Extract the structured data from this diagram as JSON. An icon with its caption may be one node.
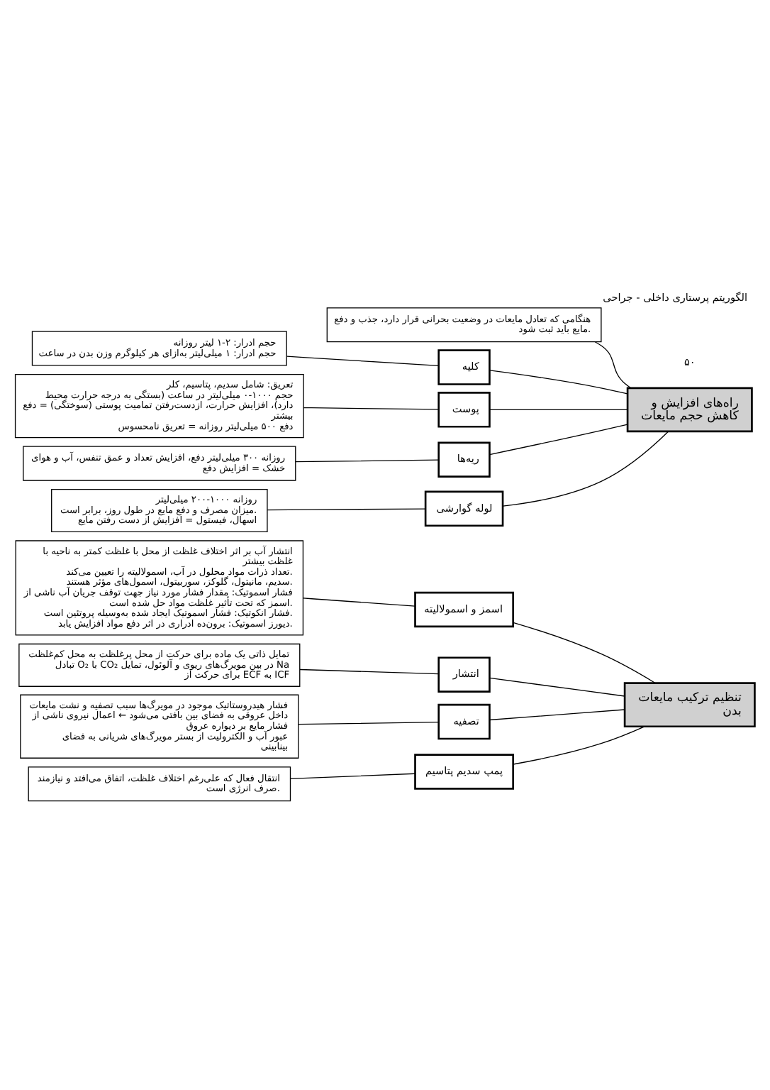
{
  "diagram": {
    "title": "الگوریتم پرستاری داخلی - جراحی",
    "nodes": [
      {
        "text": [
          "تنظیم ترکیب مایعات بدن"
        ]
      },
      {
        "text": [
          "اسمز و اسمولالیته"
        ]
      },
      {
        "text": [
          "انتشار آب بر اثر اختلاف غلظت از محل با غلظت کمتر به ناحیه با غلظت بیشتر",
          "تعداد ذرات مواد محلول در آب، اسمولالیته را تعیین می‌کند.",
          "سدیم، مانیتول، گلوکز، سوربیتول، اسمول‌های مؤثر هستند.",
          "فشار اسموتیک: مقدار فشار مورد نیاز جهت توقف جریان آب ناشی از اسمز که تحت تأثیر غلظت مواد حل شده است.",
          "فشار انکوتیک: فشار اسموتیک ایجاد شده به‌وسیله پروتئین است.",
          "دیورز اسموتیک: برون‌ده ادراری در اثر دفع مواد افزایش یابد."
        ]
      },
      {
        "text": [
          "انتشار"
        ]
      },
      {
        "text": [
          "تمایل ذاتی یک ماده برای حرکت از محل پرغلظت به محل کم‌غلظت",
          "تبادل O₂ با CO₂ در بین مویرگ‌های ریوی و آلوئول، تمایل Na برای حرکت از ECF به ICF"
        ]
      },
      {
        "text": [
          "تصفیه"
        ]
      },
      {
        "text": [
          "فشار هیدروستاتیک موجود در مویرگ‌ها سبب تصفیه و نشت مایعات داخل عروقی به فضای بین بافتی می‌شود ← اعمال نیروی ناشی از فشار مایع بر دیواره عروق",
          "عبور آب و الکترولیت از بستر مویرگ‌های شریانی به فضای بینابینی"
        ]
      },
      {
        "text": [
          "پمپ سدیم پتاسیم"
        ]
      },
      {
        "text": [
          "انتقال فعال که علی‌رغم اختلاف غلظت، اتفاق می‌افتد و نیازمند صرف انرژی است."
        ]
      },
      {
        "text": [
          "راه‌های افزایش و کاهش حجم مایعات"
        ]
      },
      {
        "text": [
          "هنگامی که تعادل مایعات در وضعیت بحرانی قرار دارد، جذب و دفع مایع باید ثبت شود."
        ]
      },
      {
        "text": [
          "کلیه"
        ]
      },
      {
        "text": [
          "حجم ادرار: ۲-۱ لیتر روزانه",
          "حجم ادرار: ۱ میلی‌لیتر به‌ازای هر کیلوگرم وزن بدن در ساعت"
        ]
      },
      {
        "text": [
          "پوست"
        ]
      },
      {
        "text": [
          "تعریق: شامل سدیم، پتاسیم، کلر",
          "حجم ۱۰۰۰-۰ میلی‌لیتر در ساعت (بستگی به درجه حرارت محیط دارد)، افزایش حرارت، ازدست‌رفتن تمامیت پوستی (سوختگی) = دفع بیشتر",
          "دفع ۵۰۰ میلی‌لیتر روزانه = تعریق نامحسوس"
        ]
      },
      {
        "text": [
          "ریه‌ها"
        ]
      },
      {
        "text": [
          "روزانه ۳۰۰ میلی‌لیتر دفع، افزایش تعداد و عمق تنفس، آب و هوای خشک = افزایش دفع"
        ]
      },
      {
        "text": [
          "لوله گوارشی"
        ]
      },
      {
        "text": [
          "روزانه ۱۰۰۰-۲۰۰ میلی‌لیتر",
          "میزان مصرف و دفع مایع در طول روز، برابر است.",
          "اسهال، فیستول = افزایش از دست رفتن مایع"
        ]
      }
    ],
    "edges": [
      {
        "from": 0,
        "to": 1,
        "arrow": "none"
      },
      {
        "from": 1,
        "to": 2,
        "arrow": "none"
      },
      {
        "from": 0,
        "to": 3,
        "arrow": "none"
      },
      {
        "from": 3,
        "to": 4,
        "arrow": "none"
      },
      {
        "from": 0,
        "to": 5,
        "arrow": "none"
      },
      {
        "from": 5,
        "to": 6,
        "arrow": "none"
      },
      {
        "from": 0,
        "to": 7,
        "arrow": "none"
      },
      {
        "from": 7,
        "to": 8,
        "arrow": "none"
      },
      {
        "from": 9,
        "to": 10,
        "arrow": "none"
      },
      {
        "from": 9,
        "to": 11,
        "arrow": "none"
      },
      {
        "from": 11,
        "to": 12,
        "arrow": "none"
      },
      {
        "from": 9,
        "to": 13,
        "arrow": "none"
      },
      {
        "from": 13,
        "to": 14,
        "arrow": "none"
      },
      {
        "from": 9,
        "to": 15,
        "arrow": "none"
      },
      {
        "from": 15,
        "to": 16,
        "arrow": "none"
      },
      {
        "from": 9,
        "to": 17,
        "arrow": "none"
      },
      {
        "from": 17,
        "to": 18,
        "arrow": "none"
      }
    ],
    "labels": [
      "۵۰"
    ]
  }
}
